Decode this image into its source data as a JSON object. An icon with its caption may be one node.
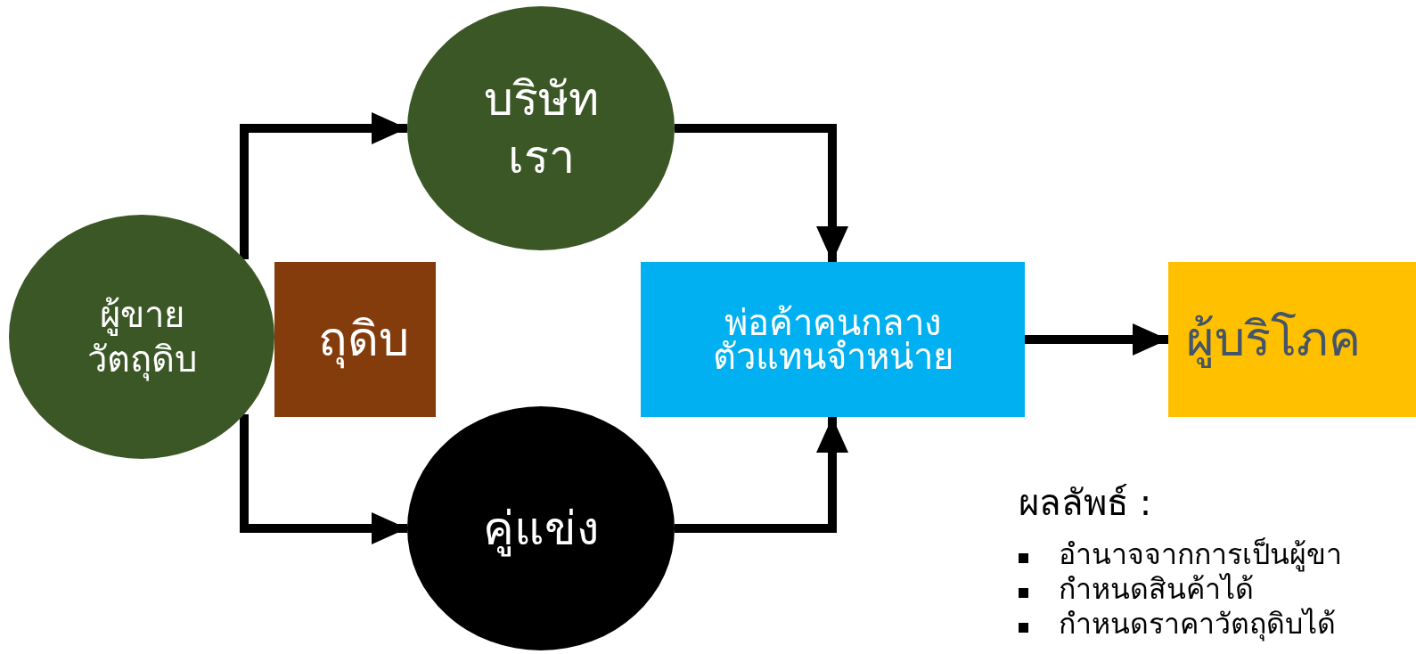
{
  "diagram": {
    "nodes": [
      {
        "text": [
          "บริษัท เรา"
        ]
      },
      {
        "text": [
          "ผู้ขาย วัตถุดิบ"
        ]
      },
      {
        "text": [
          "ถุดิบ"
        ]
      },
      {
        "text": [
          "พ่อค้าคนกลาง ตัวแทนจำหน่าย"
        ]
      },
      {
        "text": [
          "ผู้บริโภค"
        ]
      },
      {
        "text": [
          "คู่แข่ง"
        ]
      }
    ],
    "edges": [
      {
        "from": 1,
        "to": 0,
        "arrow": "to"
      },
      {
        "from": 1,
        "to": 5,
        "arrow": "to"
      },
      {
        "from": 0,
        "to": 3,
        "arrow": "to"
      },
      {
        "from": 5,
        "to": 3,
        "arrow": "to"
      },
      {
        "from": 3,
        "to": 4,
        "arrow": "to"
      }
    ],
    "labels": [
      "ผลลัพธ์ :",
      "อำนาจจากการเป็นผู้ขา",
      "กำหนดสินค้าได้",
      "กำหนดราคาวัตถุดิบได้"
    ]
  }
}
